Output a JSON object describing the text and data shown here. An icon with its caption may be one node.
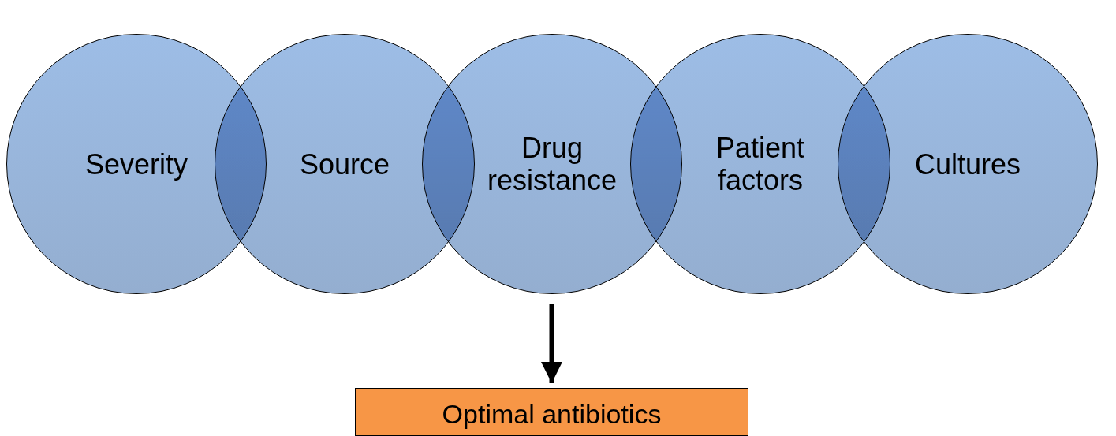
{
  "diagram": {
    "nodes": [
      {
        "text": [
          "Severity"
        ]
      },
      {
        "text": [
          "Source"
        ]
      },
      {
        "text": [
          "Drug resistance"
        ]
      },
      {
        "text": [
          "Patient factors"
        ]
      },
      {
        "text": [
          "Cultures"
        ]
      },
      {
        "text": [
          "Optimal antibiotics"
        ]
      }
    ],
    "edges": [
      {
        "from": 2,
        "to": 5,
        "arrow": "to"
      }
    ]
  }
}
